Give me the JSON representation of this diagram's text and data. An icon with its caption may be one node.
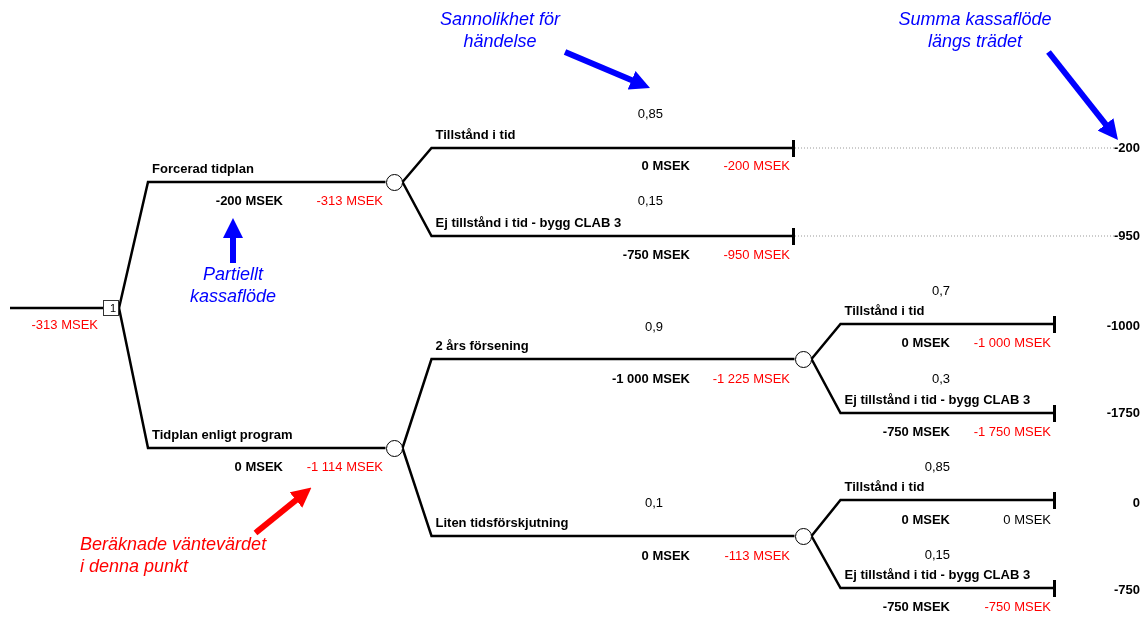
{
  "diagram": {
    "nodes": [
      {
        "text": [
          "Sannolikhet för händelse"
        ]
      },
      {
        "text": [
          "Summa kassaflöde längs trädet"
        ]
      },
      {
        "text": [
          "1"
        ],
        "beside": [
          "-313 MSEK"
        ]
      },
      {
        "text": [],
        "shape": "circle",
        "beside": [
          "-313 MSEK"
        ]
      },
      {
        "text": [],
        "shape": "circle",
        "beside": [
          "-1 114 MSEK"
        ]
      },
      {
        "text": [],
        "shape": "bar",
        "beside": [
          "-200 MSEK"
        ]
      },
      {
        "text": [],
        "shape": "bar",
        "beside": [
          "-950 MSEK"
        ]
      },
      {
        "text": [],
        "shape": "circle",
        "beside": [
          "-1 225 MSEK"
        ]
      },
      {
        "text": [],
        "shape": "circle",
        "beside": [
          "-113 MSEK"
        ]
      },
      {
        "text": [],
        "shape": "bar",
        "beside": [
          "-1 000 MSEK"
        ]
      },
      {
        "text": [],
        "shape": "bar",
        "beside": [
          "-1 750 MSEK"
        ]
      },
      {
        "text": [],
        "shape": "bar",
        "beside": [
          "0 MSEK"
        ]
      },
      {
        "text": [],
        "shape": "bar",
        "beside": [
          "-750 MSEK"
        ]
      },
      {
        "text": [
          "-200"
        ]
      },
      {
        "text": [
          "-950"
        ]
      },
      {
        "text": [
          "-1000"
        ]
      },
      {
        "text": [
          "-1750"
        ]
      },
      {
        "text": [
          "0"
        ]
      },
      {
        "text": [
          "-750"
        ]
      },
      {
        "text": [
          "Partiellt kassaflöde"
        ]
      },
      {
        "text": [
          "Beräknade väntevärdet i denna punkt"
        ]
      }
    ],
    "edges": [
      {
        "from": null,
        "to": 2,
        "arrow": "none"
      },
      {
        "from": 2,
        "to": 3,
        "arrow": "none",
        "label": "Forcerad tidplan"
      },
      {
        "from": 2,
        "to": 4,
        "arrow": "none",
        "label": "Tidplan enligt program"
      },
      {
        "from": 3,
        "to": 5,
        "arrow": "none",
        "label": "Tillstånd i tid"
      },
      {
        "from": 3,
        "to": 6,
        "arrow": "none",
        "label": "Ej tillstånd i tid - bygg CLAB 3"
      },
      {
        "from": 4,
        "to": 7,
        "arrow": "none",
        "label": "2 års försening"
      },
      {
        "from": 4,
        "to": 8,
        "arrow": "none",
        "label": "Liten tidsförskjutning"
      },
      {
        "from": 7,
        "to": 9,
        "arrow": "none",
        "label": "Tillstånd i tid"
      },
      {
        "from": 7,
        "to": 10,
        "arrow": "none",
        "label": "Ej tillstånd i tid - bygg CLAB 3"
      },
      {
        "from": 8,
        "to": 11,
        "arrow": "none",
        "label": "Tillstånd i tid"
      },
      {
        "from": 8,
        "to": 12,
        "arrow": "none",
        "label": "Ej tillstånd i tid - bygg CLAB 3"
      },
      {
        "from": 5,
        "to": 13,
        "arrow": "none",
        "style": "dashed",
        "color": "#999999"
      },
      {
        "from": 6,
        "to": 14,
        "arrow": "none",
        "style": "dashed",
        "color": "#999999"
      },
      {
        "from": 0,
        "to": null,
        "arrow": "to",
        "style": "thick",
        "color": "#0000ff"
      },
      {
        "from": 1,
        "to": 13,
        "arrow": "to",
        "style": "thick",
        "color": "#0000ff"
      },
      {
        "from": 19,
        "to": null,
        "arrow": "to",
        "style": "thick",
        "color": "#0000ff"
      },
      {
        "from": 20,
        "to": 4,
        "arrow": "to",
        "style": "thick",
        "color": "#ff0000"
      }
    ],
    "labels": [
      "0,85",
      "0 MSEK",
      "-200 MSEK",
      "0,15",
      "-750 MSEK",
      "0,7",
      "0,9",
      "0 MSEK",
      "-1 000 MSEK",
      "0,3",
      "-750 MSEK",
      "0 MSEK",
      "0,85",
      "0,1",
      "0 MSEK",
      "0 MSEK",
      "0,15",
      "-750 MSEK"
    ]
  }
}
